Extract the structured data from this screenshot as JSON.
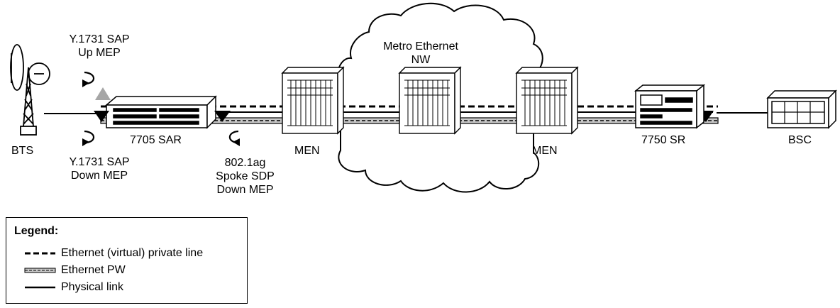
{
  "labels": {
    "bts": "BTS",
    "sap_up_line1": "Y.1731 SAP",
    "sap_up_line2": "Up MEP",
    "sap_down_line1": "Y.1731 SAP",
    "sap_down_line2": "Down MEP",
    "sar": "7705 SAR",
    "spoke_line1": "802.1ag",
    "spoke_line2": "Spoke SDP",
    "spoke_line3": "Down MEP",
    "cloud_line1": "Metro Ethernet",
    "cloud_line2": "NW",
    "men_left": "MEN",
    "men_right": "MEN",
    "sr": "7750 SR",
    "bsc": "BSC"
  },
  "legend": {
    "title": "Legend:",
    "items": [
      {
        "label": "Ethernet (virtual) private line",
        "style": "dashed"
      },
      {
        "label": "Ethernet PW",
        "style": "pseudowire"
      },
      {
        "label": "Physical link",
        "style": "solid"
      }
    ]
  },
  "colors": {
    "line": "#000000",
    "pseudowire_fill": "#c8c8c8",
    "up_mep": "#a6a6a6",
    "down_mep": "#000000"
  }
}
